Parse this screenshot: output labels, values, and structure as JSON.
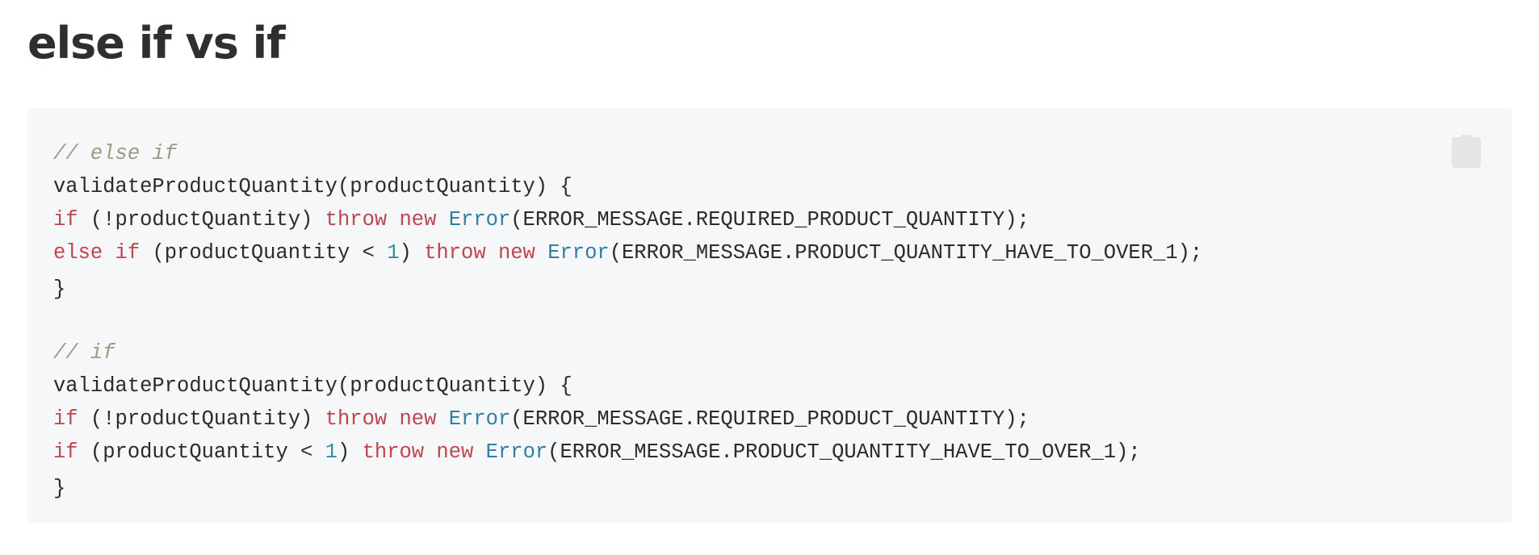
{
  "page": {
    "title": "else if vs if"
  },
  "code_block": {
    "copy_icon": "clipboard-icon",
    "lines": [
      {
        "tokens": [
          {
            "t": "// else if",
            "c": "cm"
          }
        ]
      },
      {
        "tokens": [
          {
            "t": "validateProductQuantity(productQuantity) {",
            "c": ""
          }
        ]
      },
      {
        "tokens": [
          {
            "t": "if",
            "c": "kw"
          },
          {
            "t": " (!productQuantity) ",
            "c": ""
          },
          {
            "t": "throw",
            "c": "kw"
          },
          {
            "t": " ",
            "c": ""
          },
          {
            "t": "new",
            "c": "kw"
          },
          {
            "t": " ",
            "c": ""
          },
          {
            "t": "Error",
            "c": "cls"
          },
          {
            "t": "(ERROR_MESSAGE.REQUIRED_PRODUCT_QUANTITY);",
            "c": ""
          }
        ]
      },
      {
        "tokens": [
          {
            "t": "else",
            "c": "kw"
          },
          {
            "t": " ",
            "c": ""
          },
          {
            "t": "if",
            "c": "kw"
          },
          {
            "t": " (productQuantity < ",
            "c": ""
          },
          {
            "t": "1",
            "c": "num"
          },
          {
            "t": ") ",
            "c": ""
          },
          {
            "t": "throw",
            "c": "kw"
          },
          {
            "t": " ",
            "c": ""
          },
          {
            "t": "new",
            "c": "kw"
          },
          {
            "t": " ",
            "c": ""
          },
          {
            "t": "Error",
            "c": "cls"
          },
          {
            "t": "(ERROR_MESSAGE.PRODUCT_QUANTITY_HAVE_TO_OVER_1);",
            "c": ""
          }
        ]
      },
      {
        "tokens": [
          {
            "t": "}",
            "c": ""
          }
        ]
      },
      {
        "tokens": []
      },
      {
        "tokens": [
          {
            "t": "// if",
            "c": "cm"
          }
        ]
      },
      {
        "tokens": [
          {
            "t": "validateProductQuantity(productQuantity) {",
            "c": ""
          }
        ]
      },
      {
        "tokens": [
          {
            "t": "if",
            "c": "kw"
          },
          {
            "t": " (!productQuantity) ",
            "c": ""
          },
          {
            "t": "throw",
            "c": "kw"
          },
          {
            "t": " ",
            "c": ""
          },
          {
            "t": "new",
            "c": "kw"
          },
          {
            "t": " ",
            "c": ""
          },
          {
            "t": "Error",
            "c": "cls"
          },
          {
            "t": "(ERROR_MESSAGE.REQUIRED_PRODUCT_QUANTITY);",
            "c": ""
          }
        ]
      },
      {
        "tokens": [
          {
            "t": "if",
            "c": "kw"
          },
          {
            "t": " (productQuantity < ",
            "c": ""
          },
          {
            "t": "1",
            "c": "num"
          },
          {
            "t": ") ",
            "c": ""
          },
          {
            "t": "throw",
            "c": "kw"
          },
          {
            "t": " ",
            "c": ""
          },
          {
            "t": "new",
            "c": "kw"
          },
          {
            "t": " ",
            "c": ""
          },
          {
            "t": "Error",
            "c": "cls"
          },
          {
            "t": "(ERROR_MESSAGE.PRODUCT_QUANTITY_HAVE_TO_OVER_1);",
            "c": ""
          }
        ]
      },
      {
        "tokens": [
          {
            "t": "}",
            "c": ""
          }
        ]
      }
    ]
  },
  "colors": {
    "keyword": "#c0454d",
    "class_name": "#2f7fa7",
    "number": "#2f8f9a",
    "comment": "#9a9a85",
    "code_background": "#f6f7f9"
  }
}
